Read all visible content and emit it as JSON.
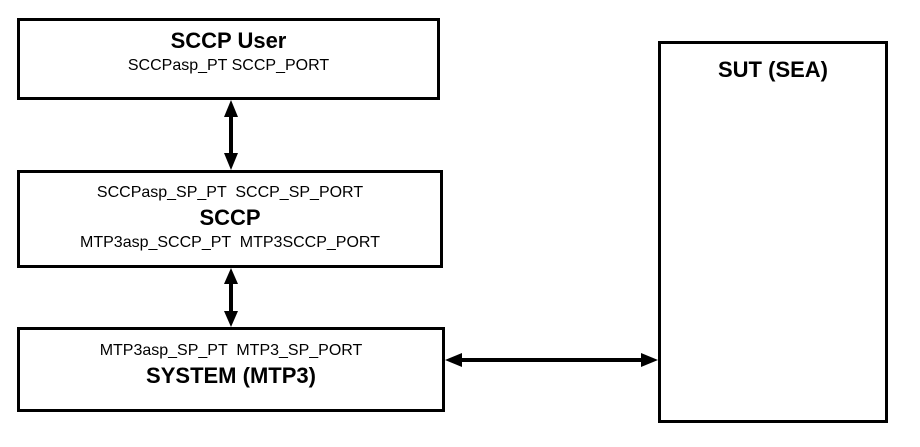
{
  "page": {
    "background_color": "#ffffff",
    "line_color": "#000000"
  },
  "boxes": {
    "sccp_user": {
      "title": "SCCP User",
      "ports": "SCCPasp_PT SCCP_PORT"
    },
    "sccp": {
      "upper_ports": "SCCPasp_SP_PT  SCCP_SP_PORT",
      "title": "SCCP",
      "lower_ports": "MTP3asp_SCCP_PT  MTP3SCCP_PORT"
    },
    "system_mtp3": {
      "ports": "MTP3asp_SP_PT  MTP3_SP_PORT",
      "title": "SYSTEM (MTP3)"
    },
    "sut": {
      "title": "SUT (SEA)"
    }
  },
  "connections": [
    {
      "from": "SCCP User",
      "to": "SCCP",
      "style": "double-headed-arrow",
      "orientation": "vertical"
    },
    {
      "from": "SCCP",
      "to": "SYSTEM (MTP3)",
      "style": "double-headed-arrow",
      "orientation": "vertical"
    },
    {
      "from": "SYSTEM (MTP3)",
      "to": "SUT (SEA)",
      "style": "double-headed-arrow",
      "orientation": "horizontal"
    }
  ]
}
